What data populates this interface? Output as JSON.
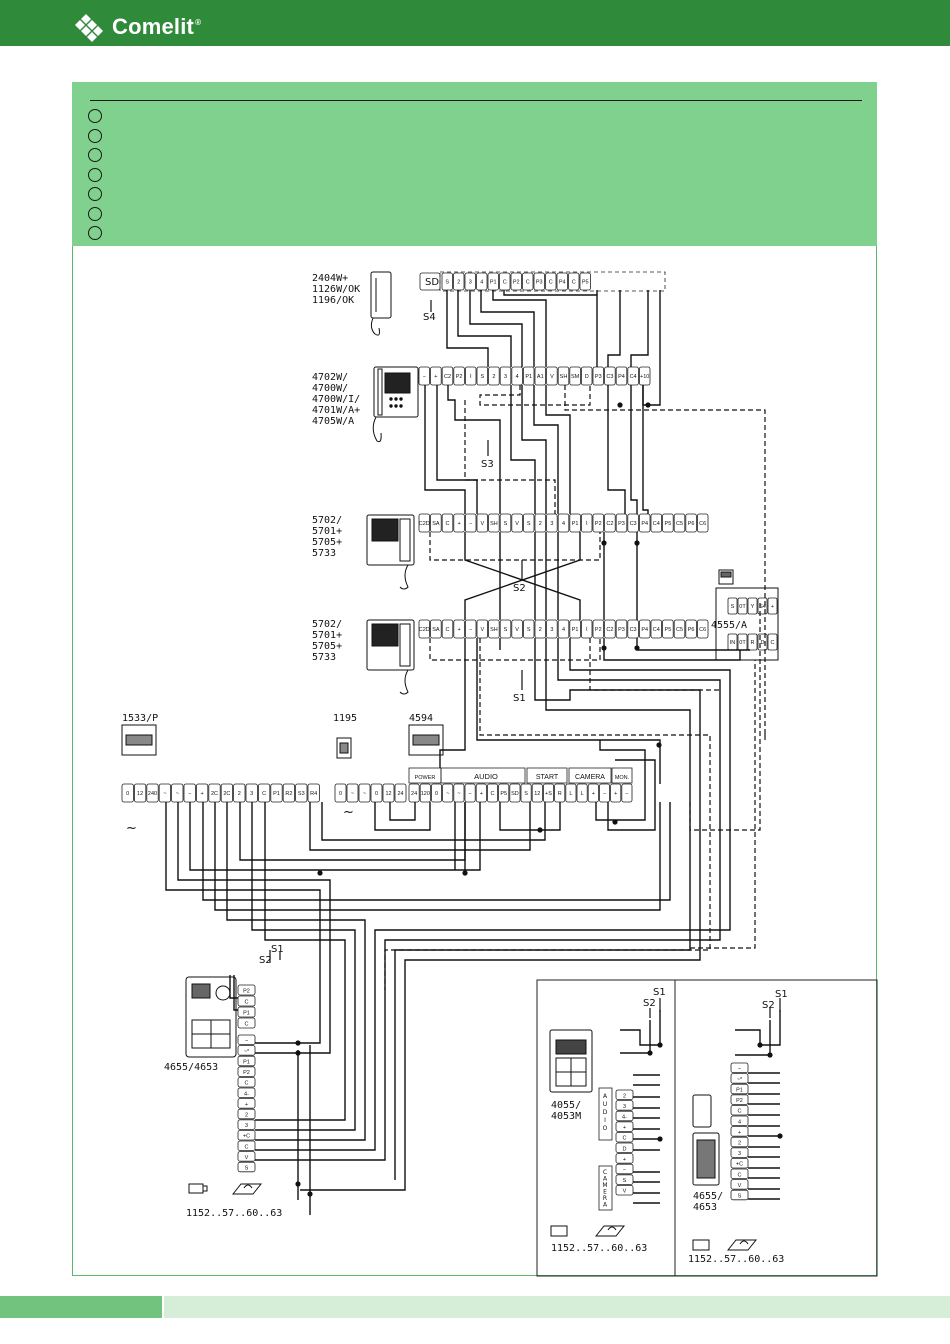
{
  "brand": {
    "name": "Comelit",
    "reg": "®"
  },
  "devices": {
    "phone": [
      "2404W+",
      "1126W/OK",
      "1196/OK"
    ],
    "monitor_top": [
      "4702W/",
      "4700W/",
      "4700W/I/",
      "4701W/A+",
      "4705W/A"
    ],
    "monitor_mid1": [
      "5702/",
      "5701+",
      "5705+",
      "5733"
    ],
    "monitor_mid2": [
      "5702/",
      "5701+",
      "5705+",
      "5733"
    ],
    "psu": "1533/P",
    "relay": "1195",
    "mixer": "4594",
    "interface": "4555/A",
    "panel_left": "4655/4653",
    "panel_right_a": [
      "4055/",
      "4053M"
    ],
    "panel_right_b": [
      "4655/",
      "4653"
    ],
    "camera_code": "1152..57..60..63"
  },
  "signals": {
    "s1": "S1",
    "s2": "S2",
    "s3": "S3",
    "s4": "S4",
    "sd": "SD",
    "ac": "~"
  },
  "mixer_groups": [
    "POWER",
    "AUDIO",
    "START",
    "CAMERA",
    "MON."
  ],
  "vertical_labels": {
    "audio": "AUDIO",
    "camera": "CAMERA"
  },
  "terminals": {
    "phone": [
      "S",
      "2",
      "3",
      "4",
      "P1",
      "C",
      "P2",
      "C",
      "P3",
      "C",
      "P4",
      "C",
      "P5"
    ],
    "monitor_top": [
      "−",
      "+",
      "C2",
      "P2",
      "⌇",
      "S",
      "2",
      "3",
      "4",
      "P1",
      "A1",
      "V",
      "SH",
      "SM",
      "D",
      "P3",
      "C3",
      "P4",
      "C4",
      "+10"
    ],
    "monitor_mid": [
      "C2D",
      "SA",
      "C",
      "+",
      "−",
      "V",
      "SH",
      "S",
      "V",
      "S",
      "2",
      "3",
      "4",
      "P1",
      "⌇",
      "P2",
      "C2",
      "P3",
      "C3",
      "P4",
      "C4",
      "P5",
      "C5",
      "P6",
      "C6"
    ],
    "psu": [
      "0",
      "12",
      "240",
      "~",
      "~",
      "−",
      "+",
      "2C",
      "2C",
      "2",
      "3",
      "C",
      "P1",
      "R2",
      "S3",
      "R4"
    ],
    "relay": [
      "0",
      "~",
      "~",
      "0",
      "12",
      "24"
    ],
    "mixer": [
      "24",
      "120",
      "0",
      "~",
      "~",
      "−",
      "+",
      "C",
      "P5",
      "SD",
      "S",
      "12",
      "+S",
      "R",
      "L",
      "L",
      "+",
      "−",
      "+",
      "−"
    ],
    "panel_left": [
      "~",
      "~*",
      "P1",
      "P2",
      "C",
      "4-",
      "+",
      "2",
      "3",
      "+C",
      "C",
      "V",
      "S"
    ],
    "panel_left_top": [
      "P2",
      "C",
      "P1",
      "C"
    ],
    "interface": [
      "S",
      "0T",
      "Y",
      "S4",
      "+",
      "IN",
      "0T",
      "R",
      "D",
      "C"
    ],
    "panel_right_a": [
      "2",
      "3",
      "4-",
      "+",
      "C",
      "D",
      "+",
      "−",
      "S",
      "V"
    ],
    "panel_right_b": [
      "~",
      "~*",
      "P1",
      "P2",
      "C",
      "4",
      "+",
      "2",
      "3",
      "+C",
      "C",
      "V",
      "S"
    ]
  }
}
